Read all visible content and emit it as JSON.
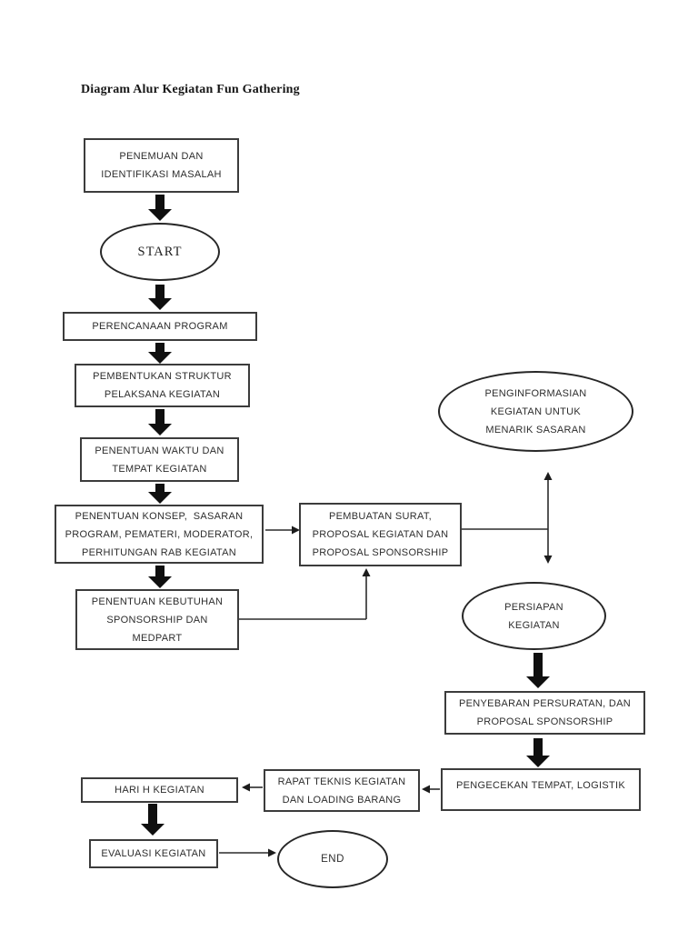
{
  "document": {
    "title": "Diagram Alur Kegiatan Fun Gathering"
  },
  "colors": {
    "background": "#ffffff",
    "ink": "#2d2d2d",
    "box_border": "#3c3c3c",
    "arrow_fill": "#0f0f0f"
  },
  "nodes": {
    "penemuan": {
      "type": "process",
      "label": "PENEMUAN DAN\nIDENTIFIKASI MASALAH"
    },
    "start": {
      "type": "terminator",
      "label": "START"
    },
    "perencanaan": {
      "type": "process",
      "label": "PERENCANAAN PROGRAM"
    },
    "pembentukan": {
      "type": "process",
      "label": "PEMBENTUKAN STRUKTUR\nPELAKSANA KEGIATAN"
    },
    "waktu": {
      "type": "process",
      "label": "PENENTUAN WAKTU DAN\nTEMPAT KEGIATAN"
    },
    "konsep": {
      "type": "process",
      "label": "PENENTUAN KONSEP,  SASARAN\nPROGRAM, PEMATERI, MODERATOR,\nPERHITUNGAN RAB KEGIATAN"
    },
    "kebutuhan": {
      "type": "process",
      "label": "PENENTUAN KEBUTUHAN\nSPONSORSHIP DAN\nMEDPART"
    },
    "pembuatan": {
      "type": "process",
      "label": "PEMBUATAN SURAT,\nPROPOSAL KEGIATAN DAN\nPROPOSAL SPONSORSHIP"
    },
    "penginformasian": {
      "type": "terminator",
      "label": "PENGINFORMASIAN\nKEGIATAN UNTUK\nMENARIK SASARAN"
    },
    "persiapan": {
      "type": "terminator",
      "label": "PERSIAPAN\nKEGIATAN"
    },
    "penyebaran": {
      "type": "process",
      "label": "PENYEBARAN PERSURATAN, DAN\nPROPOSAL SPONSORSHIP"
    },
    "pengecekan": {
      "type": "process",
      "label": "PENGECEKAN TEMPAT, LOGISTIK"
    },
    "rapat": {
      "type": "process",
      "label": "RAPAT TEKNIS KEGIATAN\nDAN LOADING BARANG"
    },
    "hari_h": {
      "type": "process",
      "label": "HARI H KEGIATAN"
    },
    "evaluasi": {
      "type": "process",
      "label": "EVALUASI KEGIATAN"
    },
    "end": {
      "type": "terminator",
      "label": "END"
    }
  }
}
